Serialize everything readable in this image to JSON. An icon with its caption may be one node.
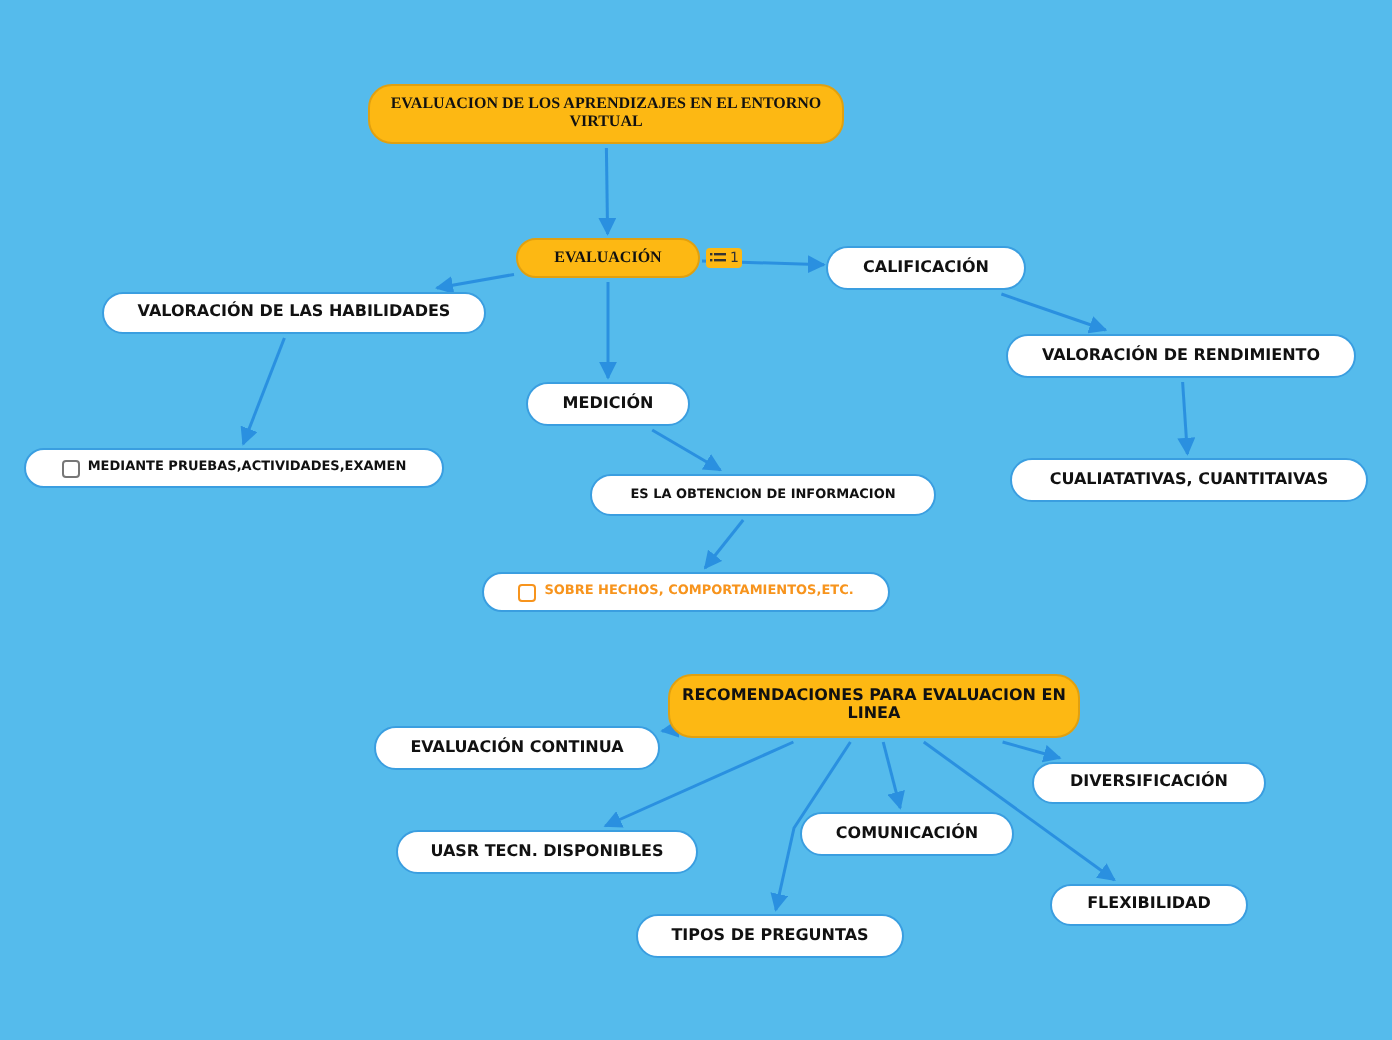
{
  "diagram": {
    "nodes": [
      {
        "text": [
          "EVALUACION DE LOS APRENDIZAJES EN EL ENTORNO VIRTUAL"
        ]
      },
      {
        "text": [
          "EVALUACIÓN"
        ]
      },
      {
        "text": [
          "VALORACIÓN DE LAS HABILIDADES"
        ]
      },
      {
        "text": [
          "CALIFICACIÓN"
        ]
      },
      {
        "text": [
          "MEDICIÓN"
        ]
      },
      {
        "text": [
          "MEDIANTE PRUEBAS,ACTIVIDADES,EXAMEN"
        ]
      },
      {
        "text": [
          "VALORACIÓN DE RENDIMIENTO"
        ]
      },
      {
        "text": [
          "ES LA OBTENCION DE INFORMACION"
        ]
      },
      {
        "text": [
          "CUALIATATIVAS, CUANTITAIVAS"
        ]
      },
      {
        "text": [
          "SOBRE HECHOS, COMPORTAMIENTOS,ETC."
        ]
      },
      {
        "text": [
          "RECOMENDACIONES PARA EVALUACION EN LINEA"
        ]
      },
      {
        "text": [
          "EVALUACIÓN CONTINUA"
        ]
      },
      {
        "text": [
          "DIVERSIFICACIÓN"
        ]
      },
      {
        "text": [
          "UASR TECN. DISPONIBLES"
        ]
      },
      {
        "text": [
          "COMUNICACIÓN"
        ]
      },
      {
        "text": [
          "FLEXIBILIDAD"
        ]
      },
      {
        "text": [
          "TIPOS DE PREGUNTAS"
        ]
      }
    ],
    "edges": [
      {
        "from": 0,
        "to": 1,
        "arrow": "to"
      },
      {
        "from": 1,
        "to": 2,
        "arrow": "to"
      },
      {
        "from": 1,
        "to": 3,
        "arrow": "to"
      },
      {
        "from": 1,
        "to": 4,
        "arrow": "to"
      },
      {
        "from": 2,
        "to": 5,
        "arrow": "to"
      },
      {
        "from": 3,
        "to": 6,
        "arrow": "to"
      },
      {
        "from": 4,
        "to": 7,
        "arrow": "to"
      },
      {
        "from": 6,
        "to": 8,
        "arrow": "to"
      },
      {
        "from": 7,
        "to": 9,
        "arrow": "to"
      },
      {
        "from": 10,
        "to": 11,
        "arrow": "to"
      },
      {
        "from": 10,
        "to": 13,
        "arrow": "to"
      },
      {
        "from": 10,
        "to": 16,
        "arrow": "to"
      },
      {
        "from": 10,
        "to": 14,
        "arrow": "to"
      },
      {
        "from": 10,
        "to": 15,
        "arrow": "to"
      },
      {
        "from": 10,
        "to": 12,
        "arrow": "to"
      }
    ],
    "labels": [
      "1"
    ]
  }
}
